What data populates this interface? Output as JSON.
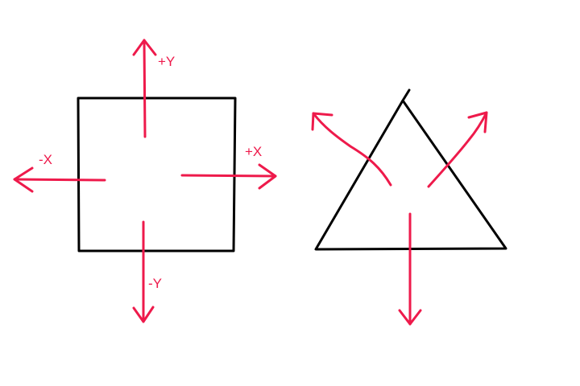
{
  "colors": {
    "outline": "#000000",
    "arrow": "#ee1a4b",
    "background": "#ffffff"
  },
  "square": {
    "labels": {
      "pos_y": "+Y",
      "neg_y": "-Y",
      "pos_x": "+X",
      "neg_x": "-X"
    }
  }
}
